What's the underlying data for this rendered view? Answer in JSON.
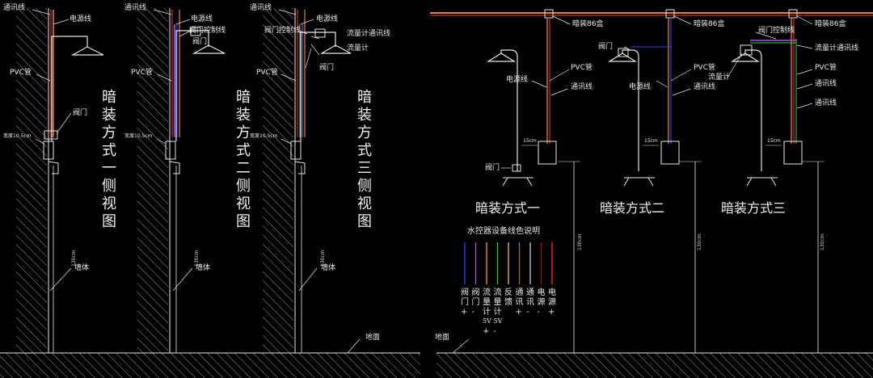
{
  "side_views": [
    {
      "title_chars": [
        "暗",
        "装",
        "方",
        "式",
        "一",
        "侧",
        "视",
        "图"
      ],
      "labels": {
        "comm": "通讯线",
        "power": "电源线",
        "pvc": "PVC管",
        "valve": "阀门",
        "wall": "墙体",
        "width": "宽度10.5cm"
      }
    },
    {
      "title_chars": [
        "暗",
        "装",
        "方",
        "式",
        "二",
        "侧",
        "视",
        "图"
      ],
      "labels": {
        "comm": "通讯线",
        "power": "电源线",
        "valve_ctrl": "阀门控制线",
        "valve": "阀门",
        "pvc": "PVC管",
        "wall": "墙体",
        "width": "宽度10.5cm"
      }
    },
    {
      "title_chars": [
        "暗",
        "装",
        "方",
        "式",
        "三",
        "侧",
        "视",
        "图"
      ],
      "labels": {
        "comm": "通讯线",
        "power": "电源线",
        "valve_ctrl": "阀门控制线",
        "flow_comm": "流量计通讯线",
        "flow": "流量计",
        "valve": "阀门",
        "pvc": "PVC管",
        "wall": "墙体",
        "width": "宽度10.5cm"
      }
    }
  ],
  "ground_label": "地面",
  "ground_label_right": "地面",
  "front_views": [
    {
      "title": "暗装方式一",
      "labels": {
        "box": "暗装86盒",
        "pvc": "PVC管",
        "power": "电源线",
        "comm": "通讯线",
        "valve": "阀门",
        "dim": "15cm",
        "height": "130cm"
      }
    },
    {
      "title": "暗装方式二",
      "labels": {
        "box": "暗装86盒",
        "valve": "阀门",
        "pvc": "PVC管",
        "power": "电源线",
        "comm": "通讯线",
        "dim": "15cm",
        "height": "130cm"
      }
    },
    {
      "title": "暗装方式三",
      "labels": {
        "box": "暗装86盒",
        "valve_ctrl": "阀门控制线",
        "flow_comm": "流量计通讯线",
        "pvc": "PVC管",
        "flow": "流量计",
        "comm1": "通讯线",
        "comm2": "通讯线",
        "dim": "15cm",
        "height": "130cm"
      }
    }
  ],
  "legend": {
    "title": "水控器设备线色说明",
    "items": [
      {
        "chars": [
          "阀",
          "门",
          "+"
        ],
        "color": "#3a3aff"
      },
      {
        "chars": [
          "阀",
          "门",
          "-"
        ],
        "color": "#b04cff"
      },
      {
        "chars": [
          "流",
          "量",
          "计",
          "5V",
          "+"
        ],
        "color": "#ff9a2a"
      },
      {
        "chars": [
          "流",
          "量",
          "计",
          "5V",
          "-"
        ],
        "color": "#39d14a"
      },
      {
        "chars": [
          "反",
          "馈"
        ],
        "color": "#e9c24a"
      },
      {
        "chars": [
          "通",
          "讯",
          "+"
        ],
        "color": "#a06a3a"
      },
      {
        "chars": [
          "通",
          "讯",
          "-"
        ],
        "color": "#c8c8c8"
      },
      {
        "chars": [
          "电",
          "源",
          "-"
        ],
        "color": "#8b1a1a"
      },
      {
        "chars": [
          "电",
          "源",
          "+"
        ],
        "color": "#ff3030"
      }
    ]
  },
  "colors": {
    "pipe": "#e0843a",
    "wire_red": "#ff3030",
    "wire_blue": "#3a3aff",
    "wire_purple": "#b04cff",
    "wire_green": "#39d14a",
    "line": "#e6e6e6",
    "hatch": "#9a9a9a"
  }
}
